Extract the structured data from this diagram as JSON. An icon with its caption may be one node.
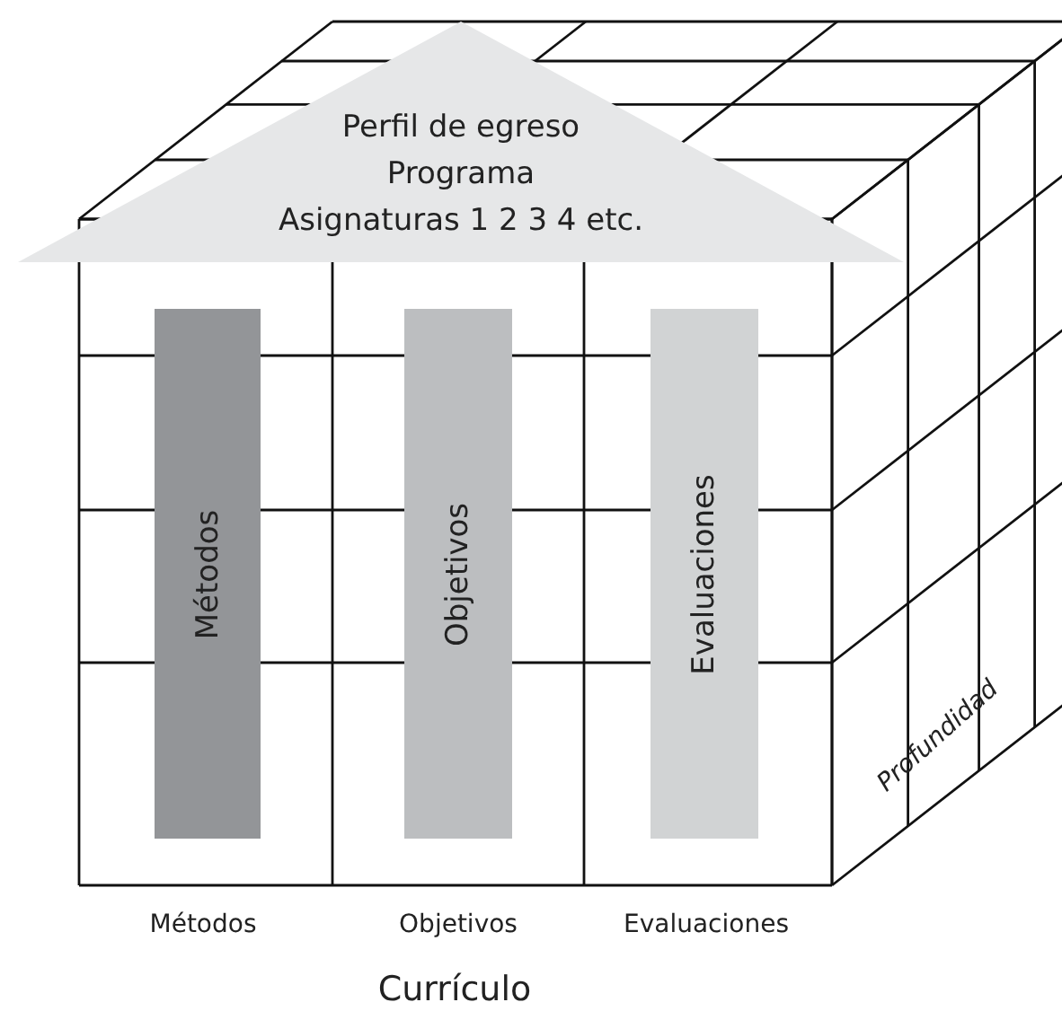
{
  "diagram": {
    "nodes": [
      {
        "text": [
          "Perfil de egreso",
          "Programa",
          "Asignaturas 1 2 3 4 etc."
        ]
      },
      {
        "text": [
          "Métodos"
        ]
      },
      {
        "text": [
          "Objetivos"
        ]
      },
      {
        "text": [
          "Evaluaciones"
        ]
      }
    ],
    "labels": [
      "Métodos",
      "Objetivos",
      "Evaluaciones",
      "Currículo",
      "Profundidad"
    ]
  }
}
